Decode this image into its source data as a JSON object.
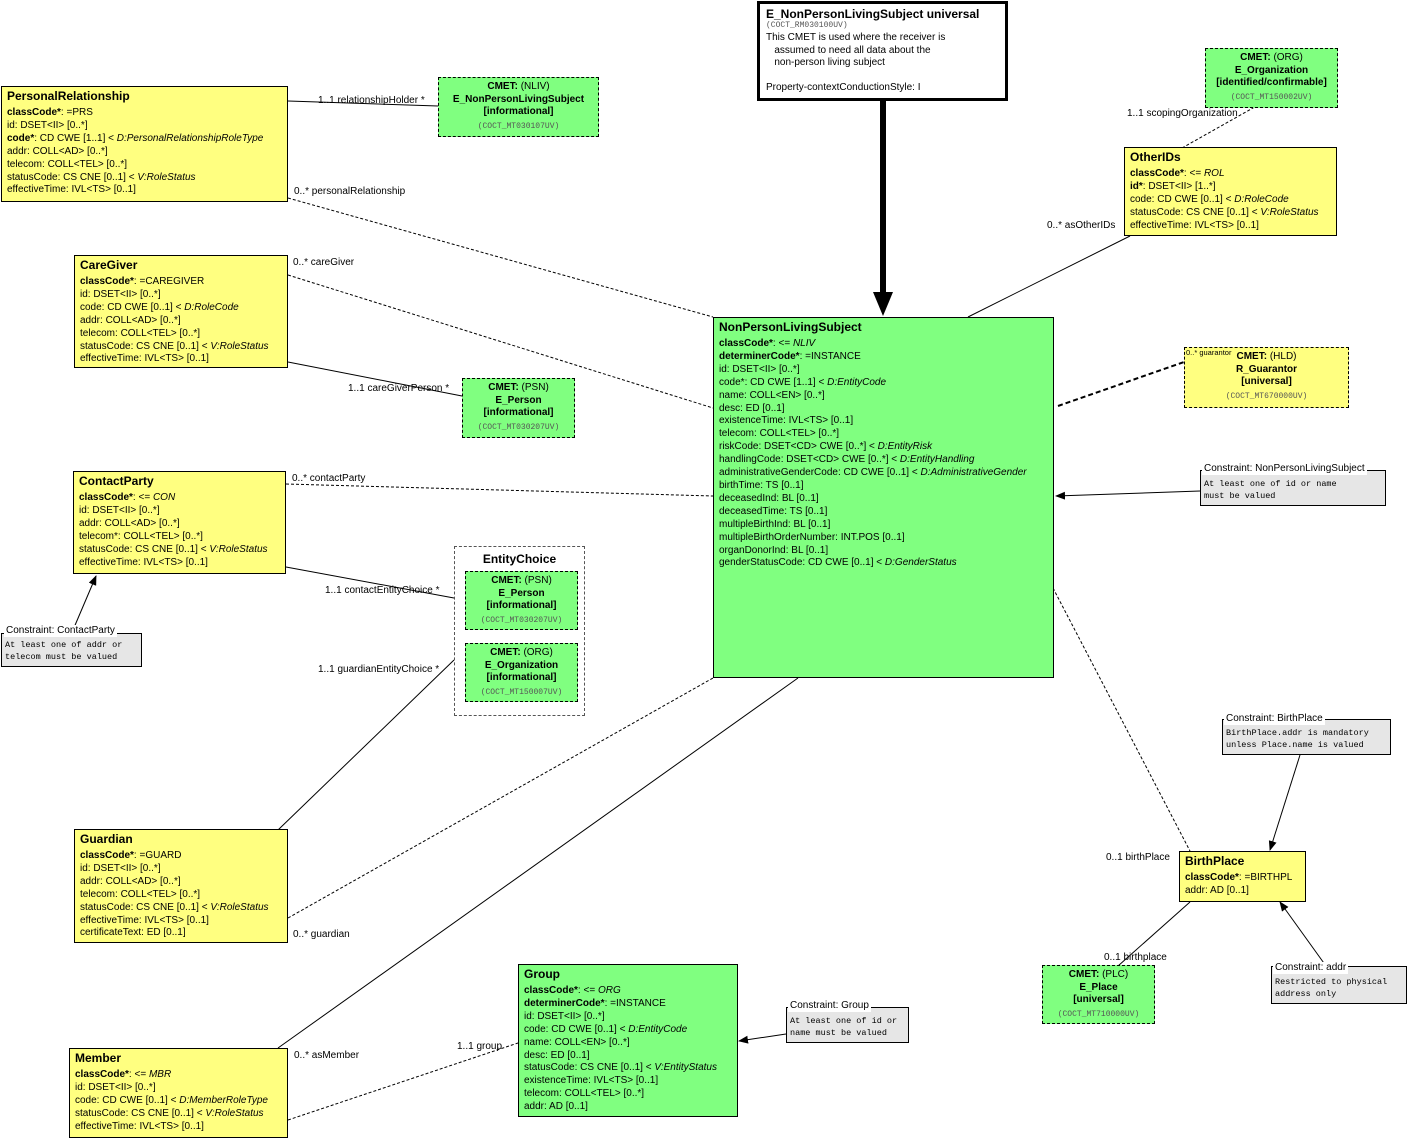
{
  "header": {
    "title": "E_NonPersonLivingSubject universal",
    "id": "(COCT_RM030100UV)",
    "description": "This CMET is used where the receiver is\n   assumed to need all data about the\n   non-person living subject\n\nProperty-contextConductionStyle: I"
  },
  "classes": {
    "personalRelationship": {
      "title": "PersonalRelationship",
      "attrs": [
        [
          {
            "t": "classCode*",
            "s": "b"
          },
          {
            "t": ": =PRS"
          }
        ],
        [
          {
            "t": "id: DSET<II> [0..*]"
          }
        ],
        [
          {
            "t": "code*",
            "s": "b"
          },
          {
            "t": ": CD CWE [1..1] < "
          },
          {
            "t": "D:PersonalRelationshipRoleType",
            "s": "i"
          }
        ],
        [
          {
            "t": "addr: COLL<AD> [0..*]"
          }
        ],
        [
          {
            "t": "telecom: COLL<TEL> [0..*]"
          }
        ],
        [
          {
            "t": "statusCode: CS CNE [0..1] < "
          },
          {
            "t": "V:RoleStatus",
            "s": "i"
          }
        ],
        [
          {
            "t": "effectiveTime: IVL<TS> [0..1]"
          }
        ]
      ]
    },
    "careGiver": {
      "title": "CareGiver",
      "attrs": [
        [
          {
            "t": "classCode*",
            "s": "b"
          },
          {
            "t": ": =CAREGIVER"
          }
        ],
        [
          {
            "t": "id: DSET<II> [0..*]"
          }
        ],
        [
          {
            "t": "code: CD CWE [0..1] < "
          },
          {
            "t": "D:RoleCode",
            "s": "i"
          }
        ],
        [
          {
            "t": "addr: COLL<AD> [0..*]"
          }
        ],
        [
          {
            "t": "telecom: COLL<TEL> [0..*]"
          }
        ],
        [
          {
            "t": "statusCode: CS CNE [0..1] < "
          },
          {
            "t": "V:RoleStatus",
            "s": "i"
          }
        ],
        [
          {
            "t": "effectiveTime: IVL<TS> [0..1]"
          }
        ]
      ]
    },
    "contactParty": {
      "title": "ContactParty",
      "attrs": [
        [
          {
            "t": "classCode*",
            "s": "b"
          },
          {
            "t": ": <= "
          },
          {
            "t": "CON",
            "s": "i"
          }
        ],
        [
          {
            "t": "id: DSET<II> [0..*]"
          }
        ],
        [
          {
            "t": "addr: COLL<AD> [0..*]"
          }
        ],
        [
          {
            "t": "telecom*: COLL<TEL> [0..*]"
          }
        ],
        [
          {
            "t": "statusCode: CS CNE [0..1] < "
          },
          {
            "t": "V:RoleStatus",
            "s": "i"
          }
        ],
        [
          {
            "t": "effectiveTime: IVL<TS> [0..1]"
          }
        ]
      ]
    },
    "guardian": {
      "title": "Guardian",
      "attrs": [
        [
          {
            "t": "classCode*",
            "s": "b"
          },
          {
            "t": ": =GUARD"
          }
        ],
        [
          {
            "t": "id: DSET<II> [0..*]"
          }
        ],
        [
          {
            "t": "addr: COLL<AD> [0..*]"
          }
        ],
        [
          {
            "t": "telecom: COLL<TEL> [0..*]"
          }
        ],
        [
          {
            "t": "statusCode: CS CNE [0..1] < "
          },
          {
            "t": "V:RoleStatus",
            "s": "i"
          }
        ],
        [
          {
            "t": "effectiveTime: IVL<TS> [0..1]"
          }
        ],
        [
          {
            "t": "certificateText: ED [0..1]"
          }
        ]
      ]
    },
    "member": {
      "title": "Member",
      "attrs": [
        [
          {
            "t": "classCode*",
            "s": "b"
          },
          {
            "t": ": <= "
          },
          {
            "t": "MBR",
            "s": "i"
          }
        ],
        [
          {
            "t": "id: DSET<II> [0..*]"
          }
        ],
        [
          {
            "t": "code: CD CWE [0..1] < "
          },
          {
            "t": "D:MemberRoleType",
            "s": "i"
          }
        ],
        [
          {
            "t": "statusCode: CS CNE [0..1] < "
          },
          {
            "t": "V:RoleStatus",
            "s": "i"
          }
        ],
        [
          {
            "t": "effectiveTime: IVL<TS> [0..1]"
          }
        ]
      ]
    },
    "nonPersonLivingSubject": {
      "title": "NonPersonLivingSubject",
      "attrs": [
        [
          {
            "t": "classCode*",
            "s": "b"
          },
          {
            "t": ": <= "
          },
          {
            "t": "NLIV",
            "s": "i"
          }
        ],
        [
          {
            "t": "determinerCode*",
            "s": "b"
          },
          {
            "t": ": =INSTANCE"
          }
        ],
        [
          {
            "t": "id: DSET<II> [0..*]"
          }
        ],
        [
          {
            "t": "code*: CD CWE [1..1] < "
          },
          {
            "t": "D:EntityCode",
            "s": "i"
          }
        ],
        [
          {
            "t": "name: COLL<EN> [0..*]"
          }
        ],
        [
          {
            "t": "desc: ED [0..1]"
          }
        ],
        [
          {
            "t": "existenceTime: IVL<TS> [0..1]"
          }
        ],
        [
          {
            "t": "telecom: COLL<TEL> [0..*]"
          }
        ],
        [
          {
            "t": "riskCode: DSET<CD> CWE [0..*] < "
          },
          {
            "t": "D:EntityRisk",
            "s": "i"
          }
        ],
        [
          {
            "t": "handlingCode: DSET<CD> CWE [0..*] < "
          },
          {
            "t": "D:EntityHandling",
            "s": "i"
          }
        ],
        [
          {
            "t": "administrativeGenderCode: CD CWE [0..1] < "
          },
          {
            "t": "D:AdministrativeGender",
            "s": "i"
          }
        ],
        [
          {
            "t": "birthTime: TS [0..1]"
          }
        ],
        [
          {
            "t": "deceasedInd: BL [0..1]"
          }
        ],
        [
          {
            "t": "deceasedTime: TS [0..1]"
          }
        ],
        [
          {
            "t": "multipleBirthInd: BL [0..1]"
          }
        ],
        [
          {
            "t": "multipleBirthOrderNumber: INT.POS [0..1]"
          }
        ],
        [
          {
            "t": "organDonorInd: BL [0..1]"
          }
        ],
        [
          {
            "t": "genderStatusCode: CD CWE [0..1] < "
          },
          {
            "t": "D:GenderStatus",
            "s": "i"
          }
        ]
      ]
    },
    "group": {
      "title": "Group",
      "attrs": [
        [
          {
            "t": "classCode*",
            "s": "b"
          },
          {
            "t": ": <= "
          },
          {
            "t": "ORG",
            "s": "i"
          }
        ],
        [
          {
            "t": "determinerCode*",
            "s": "b"
          },
          {
            "t": ": =INSTANCE"
          }
        ],
        [
          {
            "t": "id: DSET<II> [0..*]"
          }
        ],
        [
          {
            "t": "code: CD CWE [0..1] < "
          },
          {
            "t": "D:EntityCode",
            "s": "i"
          }
        ],
        [
          {
            "t": "name: COLL<EN> [0..*]"
          }
        ],
        [
          {
            "t": "desc: ED [0..1]"
          }
        ],
        [
          {
            "t": "statusCode: CS CNE [0..1] < "
          },
          {
            "t": "V:EntityStatus",
            "s": "i"
          }
        ],
        [
          {
            "t": "existenceTime: IVL<TS> [0..1]"
          }
        ],
        [
          {
            "t": "telecom: COLL<TEL> [0..*]"
          }
        ],
        [
          {
            "t": "addr: AD [0..1]"
          }
        ]
      ]
    },
    "otherIDs": {
      "title": "OtherIDs",
      "attrs": [
        [
          {
            "t": "classCode*",
            "s": "b"
          },
          {
            "t": ": <= "
          },
          {
            "t": "ROL",
            "s": "i"
          }
        ],
        [
          {
            "t": "id*",
            "s": "b"
          },
          {
            "t": ": DSET<II> [1..*]"
          }
        ],
        [
          {
            "t": "code: CD CWE [0..1] < "
          },
          {
            "t": "D:RoleCode",
            "s": "i"
          }
        ],
        [
          {
            "t": "statusCode: CS CNE [0..1] < "
          },
          {
            "t": "V:RoleStatus",
            "s": "i"
          }
        ],
        [
          {
            "t": "effectiveTime: IVL<TS> [0..1]"
          }
        ]
      ]
    },
    "birthPlace": {
      "title": "BirthPlace",
      "attrs": [
        [
          {
            "t": "classCode*",
            "s": "b"
          },
          {
            "t": ": =BIRTHPL"
          }
        ],
        [
          {
            "t": "addr: AD [0..1]"
          }
        ]
      ]
    }
  },
  "cmets": {
    "nliv": {
      "l1": "CMET:",
      "l1b": " (NLIV)",
      "name": "E_NonPersonLivingSubject",
      "flavor": "[informational]",
      "id": "(COCT_MT030107UV)"
    },
    "psnCare": {
      "l1": "CMET:",
      "l1b": " (PSN)",
      "name": "E_Person",
      "flavor": "[informational]",
      "id": "(COCT_MT030207UV)"
    },
    "psnChoice": {
      "l1": "CMET:",
      "l1b": " (PSN)",
      "name": "E_Person",
      "flavor": "[informational]",
      "id": "(COCT_MT030207UV)"
    },
    "orgChoice": {
      "l1": "CMET:",
      "l1b": " (ORG)",
      "name": "E_Organization",
      "flavor": "[informational]",
      "id": "(COCT_MT150007UV)"
    },
    "orgScoping": {
      "l1": "CMET:",
      "l1b": " (ORG)",
      "name": "E_Organization",
      "flavor": "[identified/confirmable]",
      "id": "(COCT_MT150002UV)"
    },
    "guarantor": {
      "l1": "CMET:",
      "l1b": " (HLD)",
      "name": "R_Guarantor",
      "flavor": "[universal]",
      "id": "(COCT_MT670000UV)"
    },
    "place": {
      "l1": "CMET:",
      "l1b": " (PLC)",
      "name": "E_Place",
      "flavor": "[universal]",
      "id": "(COCT_MT710000UV)"
    }
  },
  "choice": {
    "title": "EntityChoice"
  },
  "labels": {
    "relationshipHolder": "1..1 relationshipHolder  *",
    "personalRelationship": "0..* personalRelationship",
    "careGiver": "0..* careGiver",
    "careGiverPerson": "1..1 careGiverPerson  *",
    "contactParty": "0..* contactParty",
    "contactEntityChoice": "1..1 contactEntityChoice  *",
    "guardianEntityChoice": "1..1 guardianEntityChoice  *",
    "guardian": "0..* guardian",
    "asMember": "0..* asMember",
    "group": "1..1 group",
    "scopingOrganization": "1..1 scopingOrganization",
    "asOtherIDs": "0..* asOtherIDs",
    "guarantor": "0..* guarantor",
    "birthPlace": "0..1 birthPlace",
    "birthplace": "0..1 birthplace"
  },
  "constraints": {
    "contactParty": {
      "title": "Constraint: ContactParty",
      "text": "At least one of addr or\ntelecom must be valued"
    },
    "nonPerson": {
      "title": "Constraint: NonPersonLivingSubject",
      "text": "At least one of id or name\nmust be valued"
    },
    "birthPlace": {
      "title": "Constraint: BirthPlace",
      "text": "BirthPlace.addr is mandatory\nunless Place.name is valued"
    },
    "addr": {
      "title": "Constraint: addr",
      "text": "Restricted to physical\naddress only"
    },
    "group": {
      "title": "Constraint: Group",
      "text": "At least one of id or\nname must be valued"
    }
  }
}
